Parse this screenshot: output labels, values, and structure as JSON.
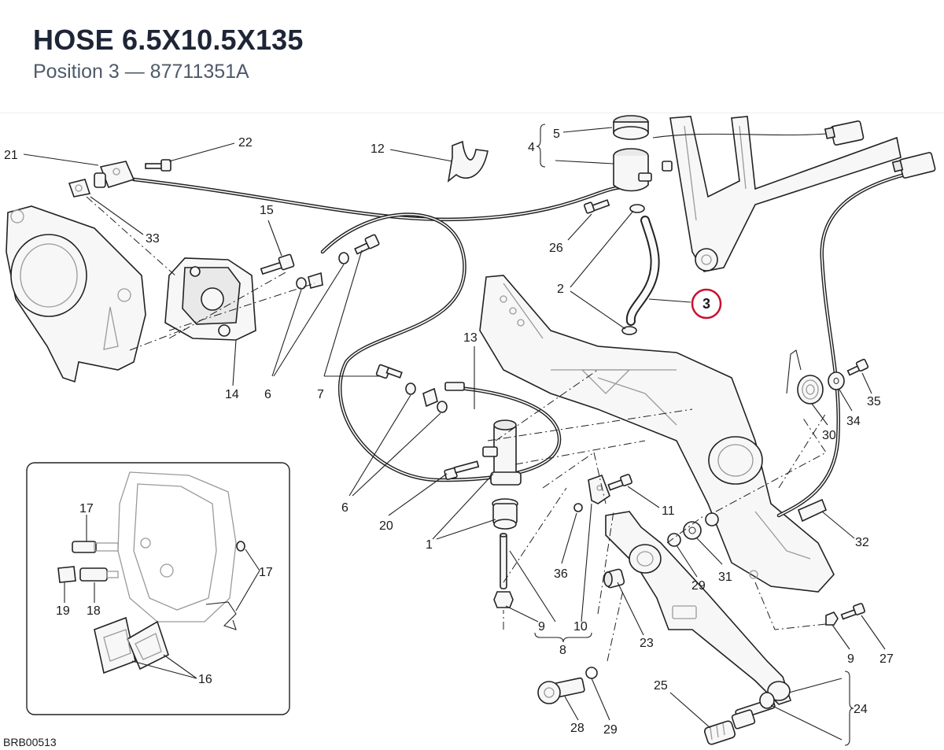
{
  "header": {
    "title": "HOSE 6.5X10.5X135",
    "subtitle": "Position 3 — 87711351A"
  },
  "highlight": {
    "position": "3",
    "color": "#c8102e"
  },
  "diagram_code": "BRB00513",
  "labels": {
    "l1": "1",
    "l2": "2",
    "l4": "4",
    "l5": "5",
    "l6a": "6",
    "l6b": "6",
    "l7": "7",
    "l8": "8",
    "l9a": "9",
    "l9b": "9",
    "l10": "10",
    "l11": "11",
    "l12": "12",
    "l13": "13",
    "l14": "14",
    "l15": "15",
    "l16": "16",
    "l17a": "17",
    "l17b": "17",
    "l18": "18",
    "l19": "19",
    "l20": "20",
    "l21": "21",
    "l22": "22",
    "l23": "23",
    "l24": "24",
    "l25": "25",
    "l26": "26",
    "l27": "27",
    "l28": "28",
    "l29a": "29",
    "l29b": "29",
    "l30": "30",
    "l31": "31",
    "l32": "32",
    "l33": "33",
    "l34": "34",
    "l35": "35",
    "l36": "36"
  }
}
